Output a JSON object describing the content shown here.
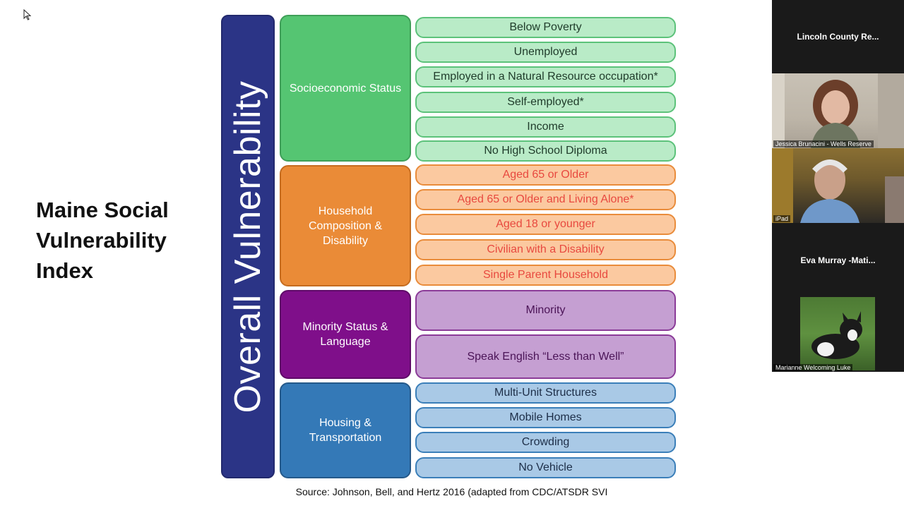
{
  "slide": {
    "title_lines": [
      "Maine Social",
      "Vulnerability",
      "Index"
    ],
    "overall_label": "Overall Vulnerability",
    "categories": [
      {
        "label": "Socioeconomic Status",
        "color": "#55c572",
        "items": [
          "Below Poverty",
          "Unemployed",
          "Employed in a Natural Resource occupation*",
          "Self-employed*",
          "Income",
          "No High School Diploma"
        ]
      },
      {
        "label": "Household Composition & Disability",
        "color": "#ea8b37",
        "items": [
          "Aged 65 or Older",
          "Aged 65 or Older and Living Alone*",
          "Aged 18 or younger",
          "Civilian with a Disability",
          "Single Parent Household"
        ]
      },
      {
        "label": "Minority Status & Language",
        "color": "#7f0f8a",
        "items": [
          "Minority",
          "Speak English “Less than Well”"
        ]
      },
      {
        "label": "Housing & Transportation",
        "color": "#3479b7",
        "items": [
          "Multi-Unit Structures",
          "Mobile Homes",
          "Crowding",
          "No Vehicle"
        ]
      }
    ],
    "source": "Source: Johnson, Bell, and Hertz 2016 (adapted from CDC/ATSDR SVI"
  },
  "participants": [
    {
      "display": "Lincoln County Re...",
      "video": false
    },
    {
      "display": "Jessica Brunacini - Wells Reserve",
      "video": true
    },
    {
      "display": "iPad",
      "video": true
    },
    {
      "display": "Eva  Murray -Mati...",
      "video": false
    },
    {
      "display": "Marianne Welcoming Luke",
      "video": true
    }
  ]
}
